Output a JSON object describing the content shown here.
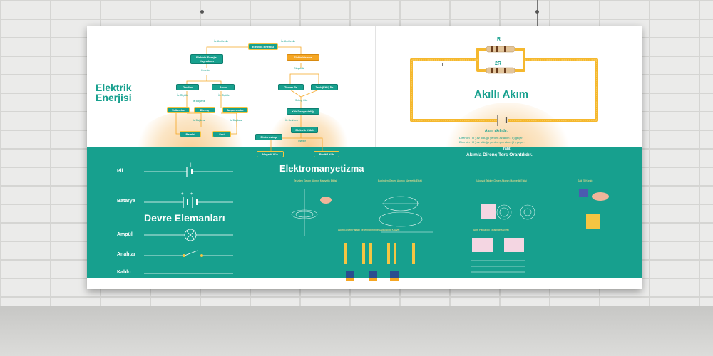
{
  "electric": {
    "title_line1": "Elektrik",
    "title_line2": "Enerjisi",
    "root": "Elektrik Enerjisi",
    "left_node": "Elektrik Enerjisi Kaynakları",
    "right_node": "Elektriklenme",
    "gerilim": "Gerilim",
    "akim": "Akım",
    "voltmetre": "Voltmetre",
    "direnc": "Direnç",
    "ampermetre": "Ampermetre",
    "paralel": "Paralel",
    "seri": "Seri",
    "temas": "Temas İle",
    "tesir": "Tesir(Etki) İle",
    "yuk": "Yük Dengesizliği",
    "elektrik_yuku": "Elektrik Yükü",
    "elektroskop": "Elektroskop",
    "negatif": "Negatif Yük",
    "pozitif": "Pozitif Yük",
    "link_ile_uretilebilir": "İle Üretilebilir",
    "link_ornek": "Örnekle",
    "link_olusabilir": "Oluşabilir",
    "link_ile_olculur": "İle Ölçülür",
    "link_ile_baglanir": "İle Bağlanır",
    "link_sebep": "Sebep Olur",
    "link_belirlenir": "İle Belirlenir",
    "link_olabilir": "Olabilir"
  },
  "akim": {
    "title": "Akıllı Akım",
    "label_r": "R",
    "label_2r": "2R",
    "label_i": "I",
    "label_i_left": "I",
    "line1": "Akım akıllıdır;",
    "line2": "Direncin ( R ) az olduğu yerden az akım ( I ) geçer.",
    "line3": "Direncin ( R ) az olduğu yerden çok akım ( I ) geçer.",
    "line4": "Yani;",
    "line5": "Akımla Direnç Ters Orantılıdır."
  },
  "devre": {
    "title": "Devre Elemanları",
    "pil": "Pil",
    "batarya": "Batarya",
    "ampul": "Ampül",
    "anahtar": "Anahtar",
    "kablo": "Kablo"
  },
  "elektro": {
    "title": "Elektromanyetizma",
    "panel1": "Telizden Geçen Akımın Manyetik Etkisi",
    "panel2": "Bobinden Geçen Akımın Manyetik Etkisi",
    "panel3": "Kalıcıyol Telden Geçen Akımın Manyetik Etkisi",
    "panel4": "Sağ El Kuralı",
    "panel5": "Akım Geçen Paralel Tellerin Birbirine Uyguladığı Kuvvet",
    "panel6": "Akım Parçacığı Etkisinde Kuvvet"
  },
  "colors": {
    "teal": "#17a08e",
    "orange": "#f5a623",
    "yellow": "#f5c542"
  }
}
